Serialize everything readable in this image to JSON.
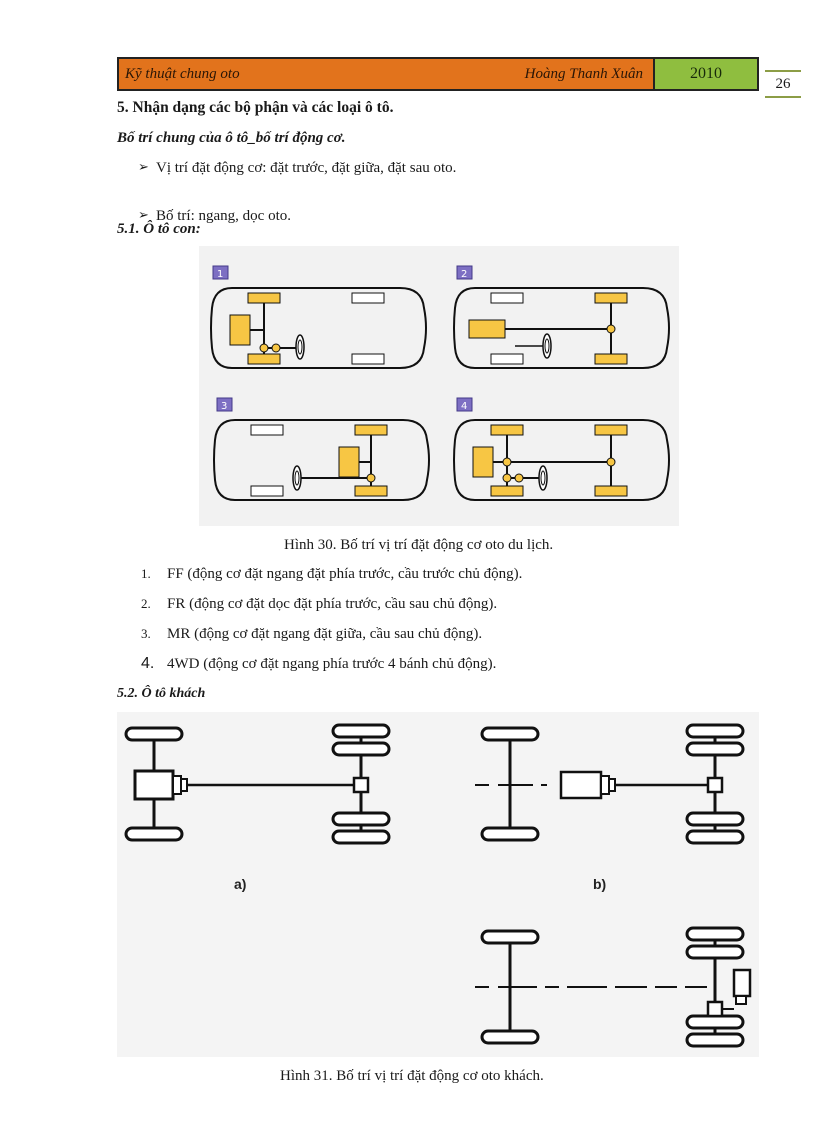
{
  "header": {
    "course": "Kỹ thuật chung oto",
    "author": "Hoàng Thanh Xuân",
    "year": "2010",
    "page": "26"
  },
  "section": {
    "title": "5. Nhận dạng các bộ phận và các loại ô tô.",
    "subtitle": "Bố trí chung của ô tô_bố trí động cơ.",
    "bullets": [
      "Vị trí đặt động cơ: đặt trước, đặt giữa, đặt sau oto.",
      "Bố trí: ngang, dọc oto."
    ]
  },
  "car_section": {
    "heading": "5.1. Ô tô con:",
    "panel_labels": [
      "1",
      "2",
      "3",
      "4"
    ],
    "caption": "Hình 30. Bố trí vị trí đặt động cơ oto du lịch.",
    "items": [
      {
        "num": "1.",
        "text": "FF (động cơ đặt ngang đặt phía trước, cầu trước chủ động)."
      },
      {
        "num": "2.",
        "text": "FR (động cơ đặt dọc đặt phía trước, cầu sau chủ động)."
      },
      {
        "num": "3.",
        "text": "MR (động cơ đặt ngang đặt giữa, cầu sau chủ động)."
      },
      {
        "num": "4.",
        "text": "4WD (động cơ đặt ngang phía trước 4 bánh chủ động)."
      }
    ]
  },
  "bus_section": {
    "heading": "5.2. Ô tô khách",
    "label_a": "a)",
    "label_b": "b)",
    "caption": "Hình 31. Bố trí vị trí đặt động cơ oto khách."
  },
  "colors": {
    "header_orange": "#e2731c",
    "header_green": "#8fbe3f",
    "engine_yellow": "#f7c644",
    "panel_label_purple": "#7d6fc3"
  }
}
